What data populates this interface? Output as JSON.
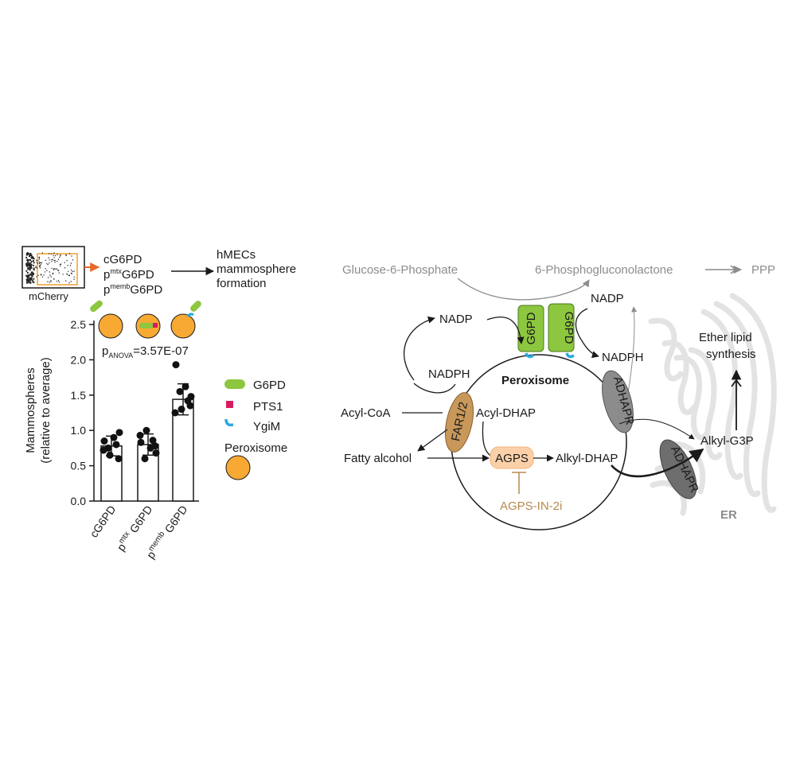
{
  "facs": {
    "axis_label": "mCherry"
  },
  "constructs": [
    "cG6PD",
    "mtx",
    "G6PD",
    "memb",
    "G6PD"
  ],
  "construct_prefix": "p",
  "outcome": {
    "line1": "hMECs",
    "line2": "mammosphere",
    "line3": "formation"
  },
  "stats": {
    "p_prefix": "p",
    "p_sub": "ANOVA",
    "p_value": "=3.57E-07"
  },
  "legend": {
    "items": [
      {
        "label": "G6PD",
        "color": "#8dc63f",
        "icon": "green-pill-icon"
      },
      {
        "label": "PTS1",
        "color": "#d81b60",
        "icon": "red-square-icon"
      },
      {
        "label": "YgiM",
        "color": "#29a8e0",
        "icon": "blue-hook-icon"
      },
      {
        "label": "Peroxisome",
        "color": "#f7a934",
        "icon": "orange-circle-icon"
      }
    ]
  },
  "chart_data": {
    "type": "bar",
    "ylabel_line1": "Mammospheres",
    "ylabel_line2": "(relative to average)",
    "ylim": [
      0,
      2.5
    ],
    "yticks": [
      "0.0",
      "0.5",
      "1.0",
      "1.5",
      "2.0",
      "2.5"
    ],
    "categories": [
      "cG6PD",
      "pmtx G6PD",
      "pmemb G6PD"
    ],
    "category_labels": [
      {
        "main": "cG6PD"
      },
      {
        "main": "G6PD",
        "prefix": "p",
        "sup": "mtx"
      },
      {
        "main": "G6PD",
        "prefix": "p",
        "sup": "memb"
      }
    ],
    "values": [
      0.78,
      0.8,
      1.44
    ],
    "errors": [
      0.14,
      0.15,
      0.22
    ],
    "points": [
      [
        0.85,
        0.8,
        0.75,
        0.6,
        0.72,
        0.9,
        0.97,
        0.65
      ],
      [
        0.83,
        0.86,
        0.6,
        0.78,
        0.93,
        0.75,
        0.68,
        1.0
      ],
      [
        1.93,
        1.42,
        1.55,
        1.35,
        1.25,
        1.62,
        1.48,
        1.3
      ]
    ]
  },
  "pathway": {
    "top": {
      "g6p": "Glucose-6-Phosphate",
      "pgl": "6-Phosphogluconolactone",
      "ppp": "PPP"
    },
    "enzyme_g6pd": "G6PD",
    "nadp_left": "NADP",
    "nadph_left": "NADPH",
    "nadp_right": "NADP",
    "nadph_right": "NADPH",
    "peroxisome": "Peroxisome",
    "acyl_coa": "Acyl-CoA",
    "acyl_dhap": "Acyl-DHAP",
    "far": "FAR1/2",
    "fatty_alcohol": "Fatty alcohol",
    "agps": "AGPS",
    "alkyl_dhap": "Alkyl-DHAP",
    "inhibitor": "AGPS-IN-2i",
    "adhapr": "ADHAPR",
    "alkyl_g3p": "Alkyl-G3P",
    "ether_line1": "Ether lipid",
    "ether_line2": "synthesis",
    "er": "ER"
  }
}
